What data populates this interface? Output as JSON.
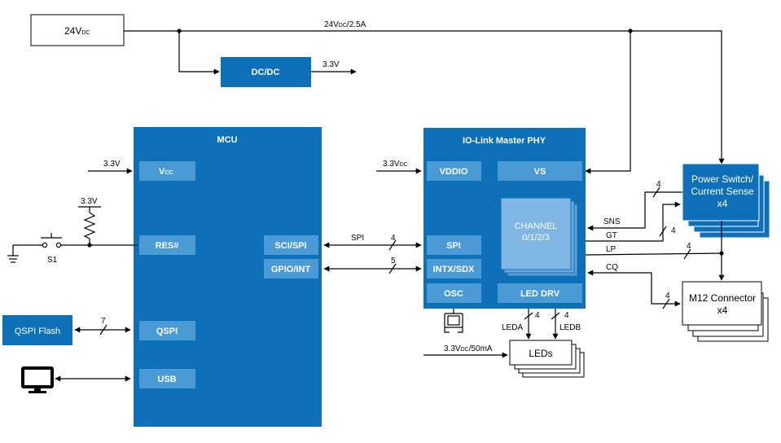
{
  "colors": {
    "primary": "#0e70b8",
    "sub": "#4a9ad6",
    "channel": "#7fb6e3",
    "line": "#000000"
  },
  "power": {
    "source_label": "24V",
    "source_sub": "DC",
    "bus_label": "24V",
    "bus_sub": "DC",
    "bus_suffix": "/2.5A"
  },
  "dcdc": {
    "label": "DC/DC",
    "out": "3.3V"
  },
  "mcu": {
    "title": "MCU",
    "vcc_main": "V",
    "vcc_sub": "CC",
    "vcc_in": "3.3V",
    "res": "RES#",
    "sci": "SCI/SPI",
    "gpio": "GPIO/INT",
    "qspi": "QSPI",
    "usb": "USB"
  },
  "reset": {
    "pullup": "3.3V",
    "switch": "S1"
  },
  "flash": {
    "label": "QSPI Flash",
    "bus_width": "7"
  },
  "phy": {
    "title": "IO-Link Master PHY",
    "vddio": "VDDIO",
    "vs": "VS",
    "spi": "SPI",
    "intx": "INTX/SDX",
    "osc": "OSC",
    "led_drv": "LED DRV",
    "channel_line1": "CHANNEL",
    "channel_line2": "0/1/2/3",
    "vddio_in_main": "3.3V",
    "vddio_in_sub": "DC"
  },
  "buses": {
    "spi_label": "SPI",
    "spi_width": "4",
    "gpio_width": "5"
  },
  "power_switch": {
    "line1": "Power Switch/",
    "line2": "Current Sense",
    "line3": "x4",
    "width": "4"
  },
  "signals": {
    "sns": "SNS",
    "gt": "GT",
    "gt_width": "4",
    "lp": "LP",
    "lp_width": "4",
    "cq": "CQ",
    "cq_width": "4"
  },
  "m12": {
    "line1": "M12 Connector",
    "line2": "x4"
  },
  "leds": {
    "label": "LEDs",
    "leda": "LEDA",
    "ledb": "LEDB",
    "leda_width": "4",
    "ledb_width": "4",
    "supply_main": "3.3V",
    "supply_sub": "DC",
    "supply_suffix": "/50mA"
  },
  "icons": {
    "monitor": "monitor-icon",
    "ground": "ground-icon",
    "crystal": "crystal-icon",
    "resistor": "resistor-icon"
  }
}
